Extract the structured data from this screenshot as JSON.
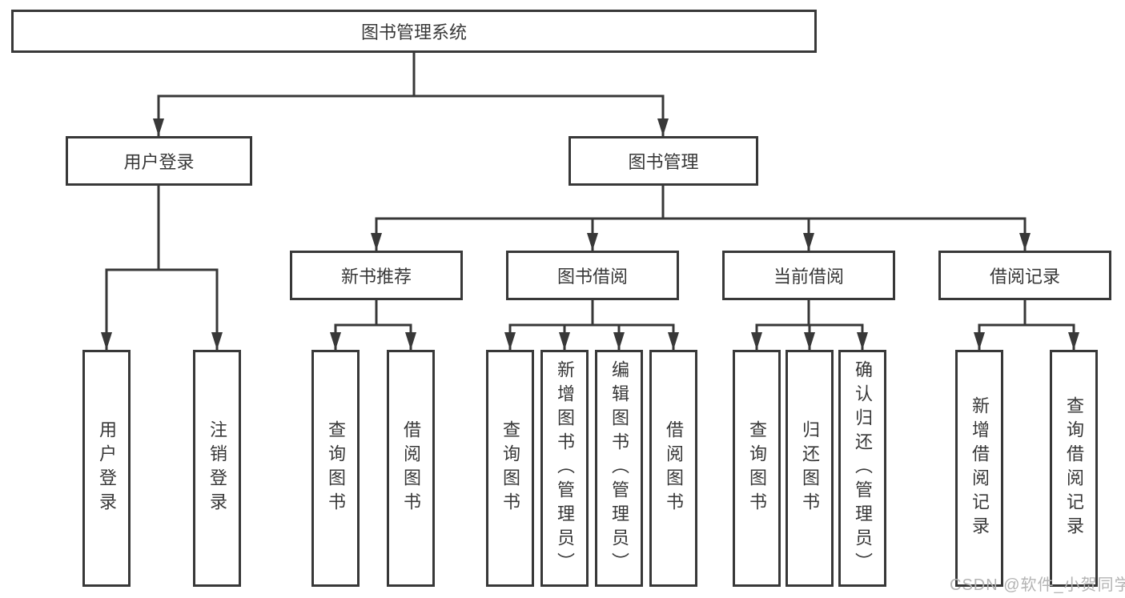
{
  "diagram": {
    "root": {
      "label": "图书管理系统",
      "children": [
        {
          "label": "用户登录",
          "children": [
            {
              "label": "用户登录"
            },
            {
              "label": "注销登录"
            }
          ]
        },
        {
          "label": "图书管理",
          "children": [
            {
              "label": "新书推荐",
              "children": [
                {
                  "label": "查询图书"
                },
                {
                  "label": "借阅图书"
                }
              ]
            },
            {
              "label": "图书借阅",
              "children": [
                {
                  "label": "查询图书"
                },
                {
                  "label": "新增图书（管理员）"
                },
                {
                  "label": "编辑图书（管理员）"
                },
                {
                  "label": "借阅图书"
                }
              ]
            },
            {
              "label": "当前借阅",
              "children": [
                {
                  "label": "查询图书"
                },
                {
                  "label": "归还图书"
                },
                {
                  "label": "确认归还（管理员）"
                }
              ]
            },
            {
              "label": "借阅记录",
              "children": [
                {
                  "label": "新增借阅记录"
                },
                {
                  "label": "查询借阅记录"
                }
              ]
            }
          ]
        }
      ]
    }
  },
  "watermark": {
    "text": "CSDN @软件_小贺同学"
  },
  "colors": {
    "line": "#383838",
    "text": "#383838",
    "box_fill": "#ffffff",
    "watermark": "#b4b4b4"
  }
}
